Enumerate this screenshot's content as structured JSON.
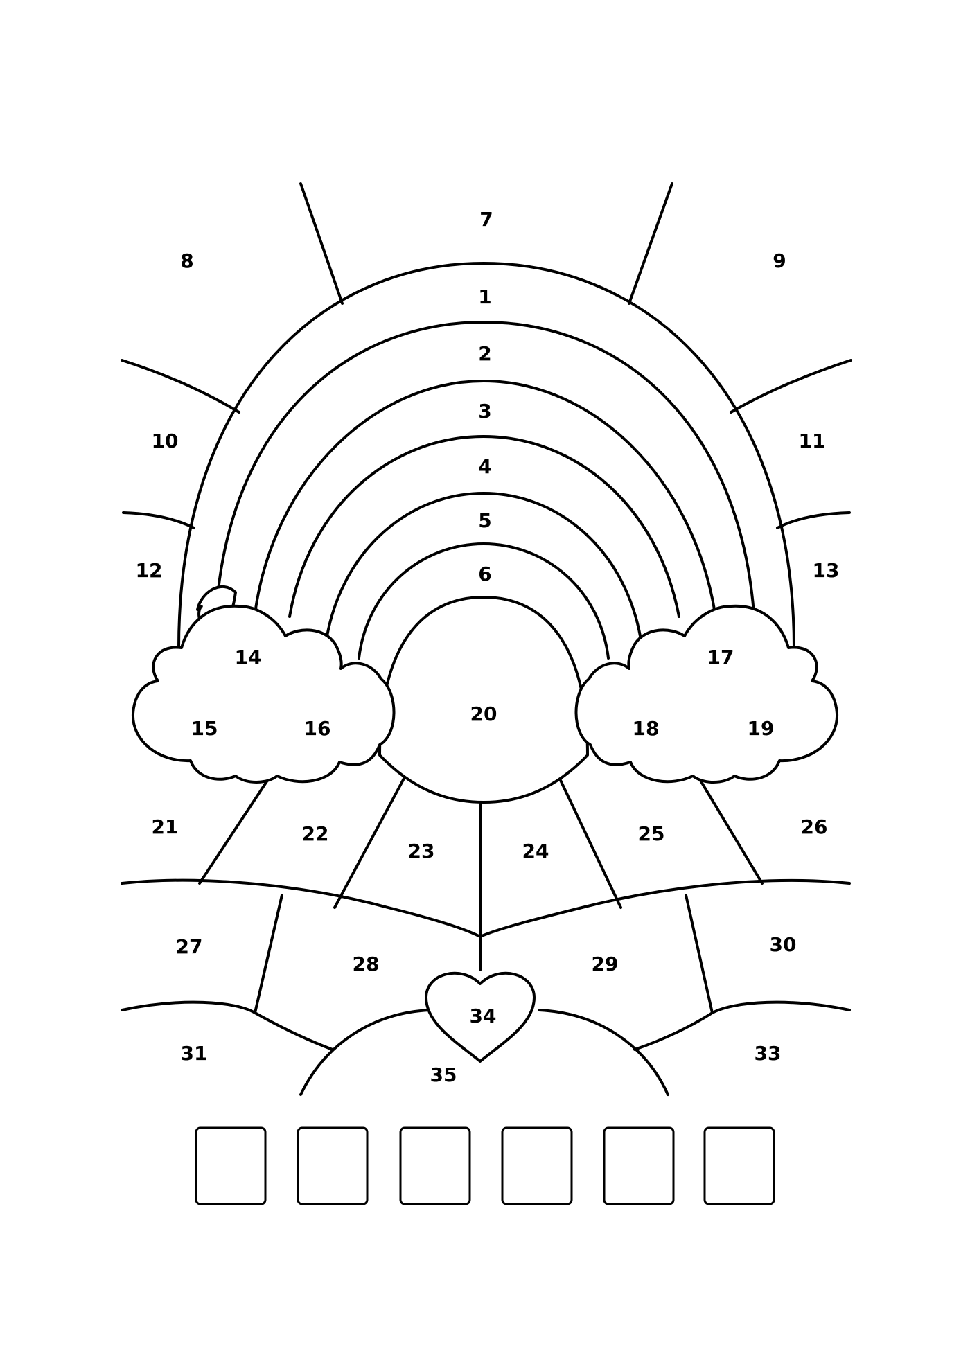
{
  "worksheet": {
    "colors": {
      "line": "#000000",
      "paper": "#ffffff"
    },
    "region_numbers": {
      "arc_1": "1",
      "arc_2": "2",
      "arc_3": "3",
      "arc_4": "4",
      "arc_5": "5",
      "arc_6": "6",
      "sky_top": "7",
      "sky_top_left": "8",
      "sky_top_right": "9",
      "sky_left_upper": "10",
      "sky_right_upper": "11",
      "sky_left_lower": "12",
      "sky_right_lower": "13",
      "cloud_left_top": "14",
      "cloud_left_left": "15",
      "cloud_left_right": "16",
      "cloud_right_top": "17",
      "cloud_right_left": "18",
      "cloud_right_right": "19",
      "sun": "20",
      "ray_1": "21",
      "ray_2": "22",
      "ray_3": "23",
      "ray_4": "24",
      "ray_5": "25",
      "ray_6": "26",
      "field_1": "27",
      "field_2": "28",
      "field_3": "29",
      "field_4": "30",
      "hill_left": "31",
      "hill_right": "33",
      "heart": "34",
      "hill_center": "35"
    },
    "answer_boxes": [
      "",
      "",
      "",
      "",
      "",
      ""
    ]
  }
}
